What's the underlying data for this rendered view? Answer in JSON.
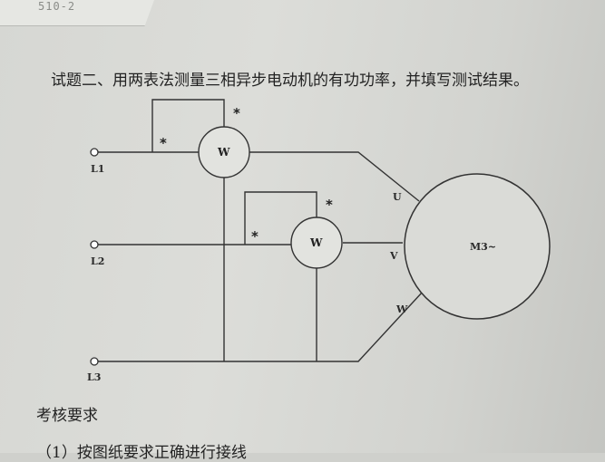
{
  "header_snippet": "510-2",
  "title": "试题二、用两表法测量三相异步电动机的有功功率，并填写测试结果。",
  "diagram": {
    "terminals": [
      "L1",
      "L2",
      "L3"
    ],
    "wattmeter_symbol": "W",
    "polarity_mark": "*",
    "phases": [
      "U",
      "V",
      "W"
    ],
    "motor_label": "M3~"
  },
  "section_heading": "考核要求",
  "requirement_1": "（1）按图纸要求正确进行接线"
}
